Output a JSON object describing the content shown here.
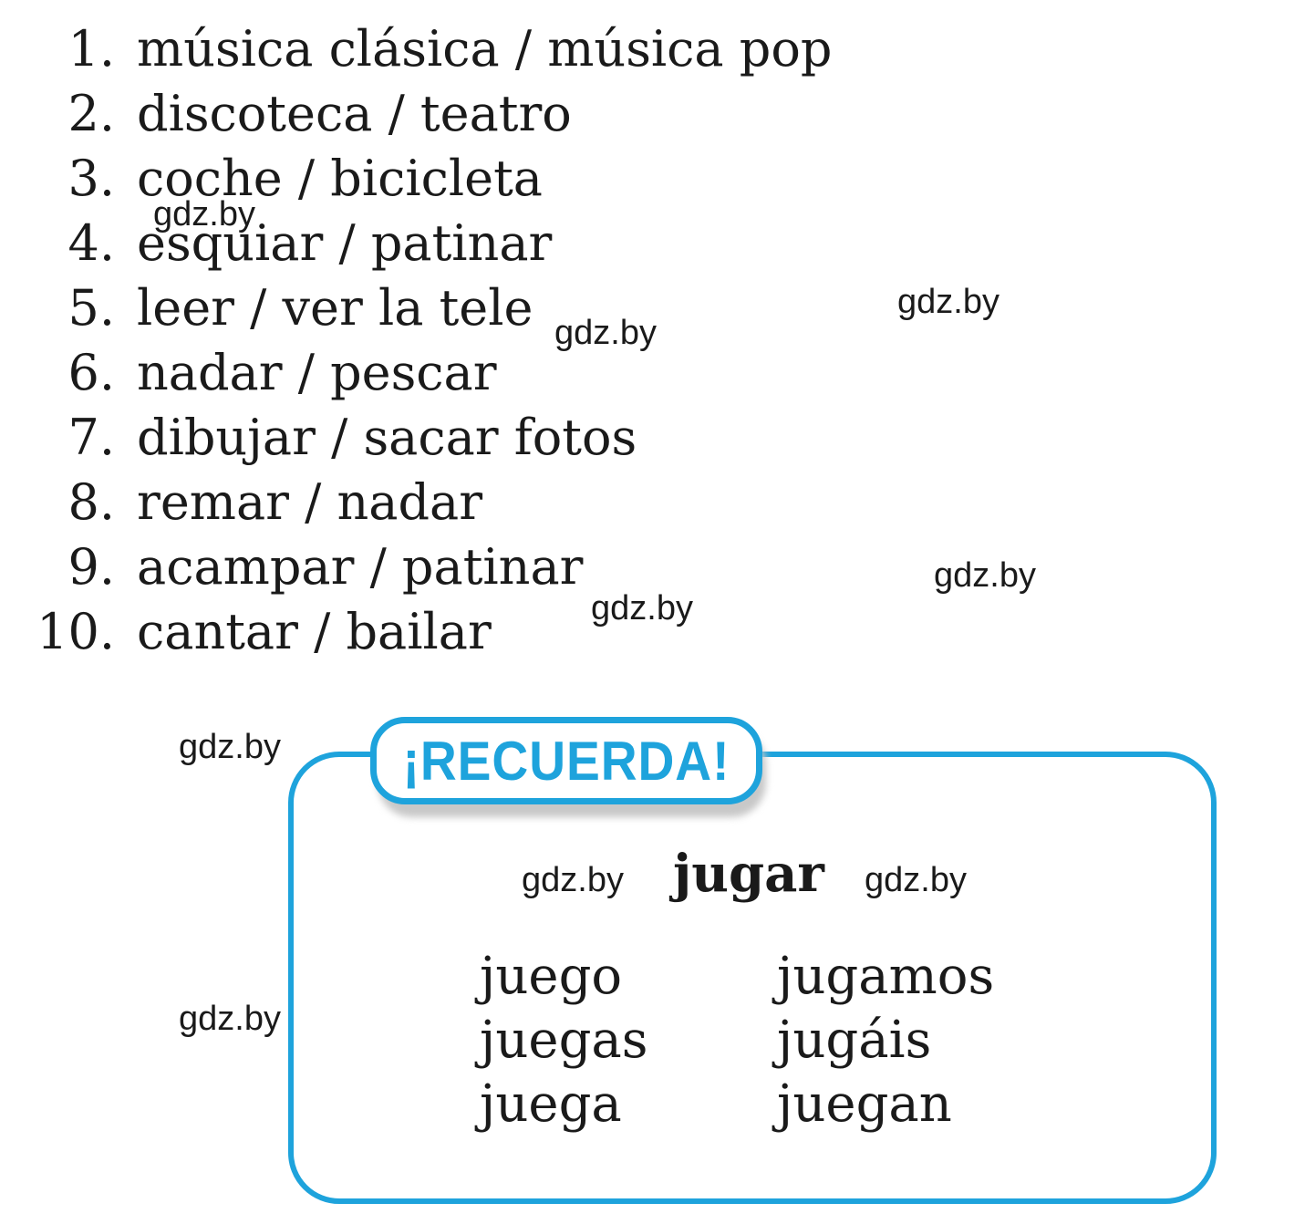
{
  "items": [
    {
      "num": "1.",
      "text": "música clásica / música pop"
    },
    {
      "num": "2.",
      "text": "discoteca / teatro"
    },
    {
      "num": "3.",
      "text": "coche / bicicleta"
    },
    {
      "num": "4.",
      "text": "esquiar / patinar"
    },
    {
      "num": "5.",
      "text": "leer / ver la tele"
    },
    {
      "num": "6.",
      "text": "nadar / pescar"
    },
    {
      "num": "7.",
      "text": "dibujar / sacar fotos"
    },
    {
      "num": "8.",
      "text": "remar / nadar"
    },
    {
      "num": "9.",
      "text": "acampar / patinar"
    },
    {
      "num": "10.",
      "text": "cantar / bailar"
    }
  ],
  "watermark": "gdz.by",
  "recuerda": {
    "heading": "¡RECUERDA!",
    "verb": "jugar",
    "singular": [
      "juego",
      "juegas",
      "juega"
    ],
    "plural": [
      "jugamos",
      "jugáis",
      "juegan"
    ]
  },
  "colors": {
    "accent": "#1ea3dc",
    "text": "#1a1a1a"
  }
}
